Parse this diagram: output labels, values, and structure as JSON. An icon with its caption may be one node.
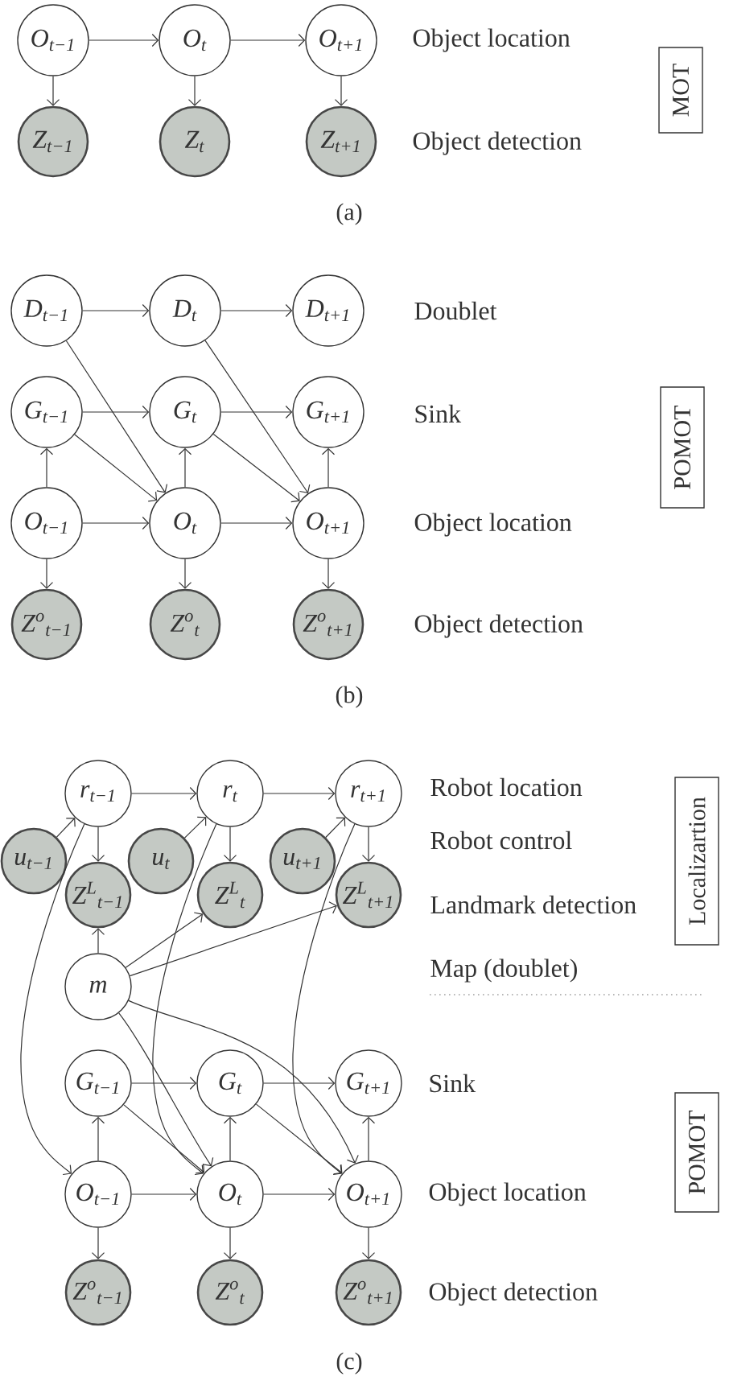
{
  "diagram": {
    "nodes": [
      {
        "text": [
          "O$_{t−1}$"
        ]
      },
      {
        "text": [
          "O$_{t}$"
        ]
      },
      {
        "text": [
          "O$_{t+1}$"
        ]
      },
      {
        "text": [
          "Z$_{t−1}$"
        ]
      },
      {
        "text": [
          "Z$_{t}$"
        ]
      },
      {
        "text": [
          "Z$_{t+1}$"
        ]
      },
      {
        "text": [
          "MOT"
        ]
      },
      {
        "text": [
          "D$_{t−1}$"
        ]
      },
      {
        "text": [
          "D$_{t}$"
        ]
      },
      {
        "text": [
          "D$_{t+1}$"
        ]
      },
      {
        "text": [
          "G$_{t−1}$"
        ]
      },
      {
        "text": [
          "G$_{t}$"
        ]
      },
      {
        "text": [
          "G$_{t+1}$"
        ]
      },
      {
        "text": [
          "O$_{t−1}$"
        ]
      },
      {
        "text": [
          "O$_{t}$"
        ]
      },
      {
        "text": [
          "O$_{t+1}$"
        ]
      },
      {
        "text": [
          "Z$^{o}$$_{t−1}$"
        ]
      },
      {
        "text": [
          "Z$^{o}$$_{t}$"
        ]
      },
      {
        "text": [
          "Z$^{o}$$_{t+1}$"
        ]
      },
      {
        "text": [
          "POMOT"
        ]
      },
      {
        "text": [
          "r$_{t−1}$"
        ]
      },
      {
        "text": [
          "r$_{t}$"
        ]
      },
      {
        "text": [
          "r$_{t+1}$"
        ]
      },
      {
        "text": [
          "u$_{t−1}$"
        ]
      },
      {
        "text": [
          "u$_{t}$"
        ]
      },
      {
        "text": [
          "u$_{t+1}$"
        ]
      },
      {
        "text": [
          "Z$^{L}$$_{t−1}$"
        ]
      },
      {
        "text": [
          "Z$^{L}$$_{t}$"
        ]
      },
      {
        "text": [
          "Z$^{L}$$_{t+1}$"
        ]
      },
      {
        "text": [
          "m"
        ]
      },
      {
        "text": [
          "G$_{t−1}$"
        ]
      },
      {
        "text": [
          "G$_{t}$"
        ]
      },
      {
        "text": [
          "G$_{t+1}$"
        ]
      },
      {
        "text": [
          "O$_{t−1}$"
        ]
      },
      {
        "text": [
          "O$_{t}$"
        ]
      },
      {
        "text": [
          "O$_{t+1}$"
        ]
      },
      {
        "text": [
          "Z$^{o}$$_{t−1}$"
        ]
      },
      {
        "text": [
          "Z$^{o}$$_{t}$"
        ]
      },
      {
        "text": [
          "Z$^{o}$$_{t+1}$"
        ]
      },
      {
        "text": [
          "Localizartion"
        ]
      },
      {
        "text": [
          "POMOT"
        ]
      }
    ],
    "edges": [
      {
        "from": 0,
        "to": 1,
        "arrow": "to"
      },
      {
        "from": 1,
        "to": 2,
        "arrow": "to"
      },
      {
        "from": 0,
        "to": 3,
        "arrow": "to"
      },
      {
        "from": 1,
        "to": 4,
        "arrow": "to"
      },
      {
        "from": 2,
        "to": 5,
        "arrow": "to"
      },
      {
        "from": 7,
        "to": 8,
        "arrow": "to"
      },
      {
        "from": 8,
        "to": 9,
        "arrow": "to"
      },
      {
        "from": 7,
        "to": 14,
        "arrow": "to"
      },
      {
        "from": 8,
        "to": 15,
        "arrow": "to"
      },
      {
        "from": 10,
        "to": 11,
        "arrow": "to"
      },
      {
        "from": 11,
        "to": 12,
        "arrow": "to"
      },
      {
        "from": 10,
        "to": 14,
        "arrow": "to"
      },
      {
        "from": 11,
        "to": 15,
        "arrow": "to"
      },
      {
        "from": 13,
        "to": 10,
        "arrow": "to"
      },
      {
        "from": 14,
        "to": 11,
        "arrow": "to"
      },
      {
        "from": 15,
        "to": 12,
        "arrow": "to"
      },
      {
        "from": 13,
        "to": 14,
        "arrow": "to"
      },
      {
        "from": 14,
        "to": 15,
        "arrow": "to"
      },
      {
        "from": 13,
        "to": 16,
        "arrow": "to"
      },
      {
        "from": 14,
        "to": 17,
        "arrow": "to"
      },
      {
        "from": 15,
        "to": 18,
        "arrow": "to"
      },
      {
        "from": 20,
        "to": 21,
        "arrow": "to"
      },
      {
        "from": 21,
        "to": 22,
        "arrow": "to"
      },
      {
        "from": 23,
        "to": 20,
        "arrow": "to"
      },
      {
        "from": 24,
        "to": 21,
        "arrow": "to"
      },
      {
        "from": 25,
        "to": 22,
        "arrow": "to"
      },
      {
        "from": 20,
        "to": 26,
        "arrow": "to"
      },
      {
        "from": 21,
        "to": 27,
        "arrow": "to"
      },
      {
        "from": 22,
        "to": 28,
        "arrow": "to"
      },
      {
        "from": 29,
        "to": 26,
        "arrow": "to"
      },
      {
        "from": 29,
        "to": 27,
        "arrow": "to"
      },
      {
        "from": 29,
        "to": 28,
        "arrow": "to"
      },
      {
        "from": 20,
        "to": 33,
        "arrow": "to"
      },
      {
        "from": 21,
        "to": 34,
        "arrow": "to"
      },
      {
        "from": 22,
        "to": 35,
        "arrow": "to"
      },
      {
        "from": 29,
        "to": 34,
        "arrow": "to"
      },
      {
        "from": 29,
        "to": 35,
        "arrow": "to"
      },
      {
        "from": 30,
        "to": 31,
        "arrow": "to"
      },
      {
        "from": 31,
        "to": 32,
        "arrow": "to"
      },
      {
        "from": 30,
        "to": 34,
        "arrow": "to"
      },
      {
        "from": 31,
        "to": 35,
        "arrow": "to"
      },
      {
        "from": 33,
        "to": 30,
        "arrow": "to"
      },
      {
        "from": 34,
        "to": 31,
        "arrow": "to"
      },
      {
        "from": 35,
        "to": 32,
        "arrow": "to"
      },
      {
        "from": 33,
        "to": 34,
        "arrow": "to"
      },
      {
        "from": 34,
        "to": 35,
        "arrow": "to"
      },
      {
        "from": 33,
        "to": 36,
        "arrow": "to"
      },
      {
        "from": 34,
        "to": 37,
        "arrow": "to"
      },
      {
        "from": 35,
        "to": 38,
        "arrow": "to"
      }
    ],
    "labels": [
      "Object location",
      "Object detection",
      "(a)",
      "Doublet",
      "Sink",
      "Object location",
      "Object detection",
      "(b)",
      "Robot location",
      "Robot control",
      "Landmark detection",
      "Map (doublet)",
      "Sink",
      "Object location",
      "Object detection",
      "(c)"
    ]
  }
}
